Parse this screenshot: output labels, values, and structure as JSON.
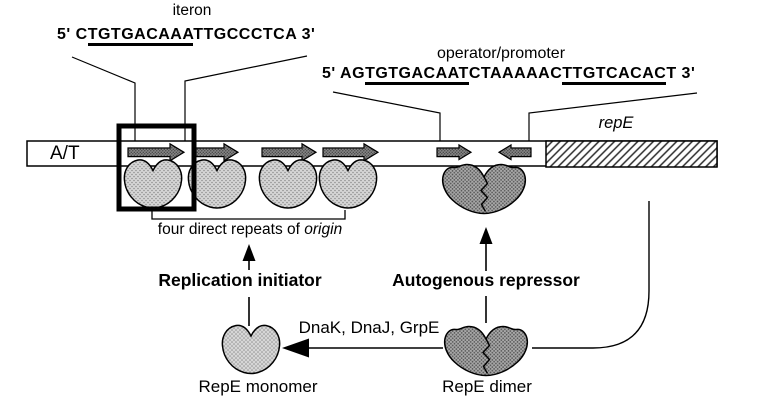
{
  "iteron": {
    "label": "iteron",
    "sequence": {
      "prefix": "5' C",
      "underlined": "TGTGACAAA",
      "suffix": "TTGCCCTCA 3'"
    }
  },
  "operator": {
    "label": "operator/promoter",
    "sequence": {
      "prefix": "5' AG",
      "underlined_left": "TGTGACAAT",
      "middle": "CTAAAAAC",
      "underlined_right": "TTGTCACAC",
      "suffix": "T 3'"
    }
  },
  "dna_map": {
    "at_label": "A/T",
    "gene_label": "repE",
    "repeats_caption_text": "four direct repeats of ",
    "repeats_caption_italic": "origin"
  },
  "pathways": {
    "replication_initiator": "Replication initiator",
    "autogenous_repressor": "Autogenous repressor",
    "chaperones": "DnaK, DnaJ, GrpE"
  },
  "molecules": {
    "monomer_label": "RepE monomer",
    "dimer_label": "RepE dimer"
  },
  "colors": {
    "background": "#ffffff",
    "ink": "#000000",
    "monomer_fill": "#d6d6d6",
    "monomer_dots": "#8f8f8f",
    "dimer_fill": "#a9a9a9",
    "dimer_dots": "#555555",
    "arrow_fill": "#858585",
    "arrow_dots": "#3f3f3f",
    "hatch_line": "#2b2b2b"
  }
}
